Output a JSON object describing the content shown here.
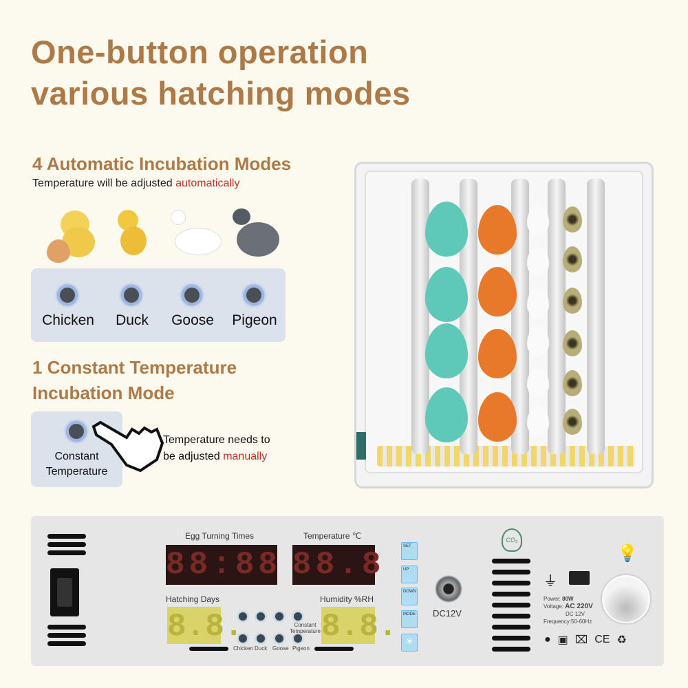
{
  "headline": {
    "line1": "One-button operation",
    "line2": "various hatching modes"
  },
  "auto_section": {
    "title": "4 Automatic Incubation Modes",
    "subtitle_prefix": "Temperature will be adjusted ",
    "subtitle_highlight": "automatically",
    "modes": [
      {
        "label": "Chicken"
      },
      {
        "label": "Duck"
      },
      {
        "label": "Goose"
      },
      {
        "label": "Pigeon"
      }
    ]
  },
  "constant_section": {
    "title_line1": "1 Constant Temperature",
    "title_line2": "Incubation Mode",
    "button_line1": "Constant",
    "button_line2": "Temperature",
    "note_line1": "Temperature needs to",
    "note_line2_prefix": "be adjusted ",
    "note_line2_highlight": "manually"
  },
  "colors": {
    "accent": "#ad7a47",
    "highlight": "#c0302a",
    "teal_egg": "#5ec9b8",
    "orange_egg": "#e8782a"
  },
  "control_panel": {
    "egg_turning_label": "Egg Turning Times",
    "egg_turning_display": "88:88",
    "temperature_label": "Temperature ℃",
    "temperature_display": "88.8",
    "hatching_days_label": "Hatching Days",
    "hatching_days_display": "8.8.",
    "humidity_label": "Humidity %RH",
    "humidity_display": "8.8.",
    "mode_labels": [
      "Chicken",
      "Duck",
      "Goose",
      "Pigeon"
    ],
    "constant_label_1": "Constant",
    "constant_label_2": "Temperature",
    "buttons": [
      {
        "label": "SET",
        "icon": "gear-icon"
      },
      {
        "label": "UP",
        "icon": "plus-icon"
      },
      {
        "label": "DOWN",
        "icon": "minus-icon"
      },
      {
        "label": "MODE",
        "icon": "mode-icon"
      },
      {
        "label": "",
        "icon": "light-icon"
      }
    ],
    "dc_label": "DC12V",
    "co2_label": "CO₂",
    "specs": {
      "power_label": "Power:",
      "power": "80W",
      "voltage_label": "Voltage:",
      "voltage_ac": "AC 220V",
      "voltage_dc": "DC 12V",
      "frequency_label": "Frequency:",
      "frequency": "50-60Hz"
    },
    "cert_marks": [
      "CE"
    ]
  }
}
